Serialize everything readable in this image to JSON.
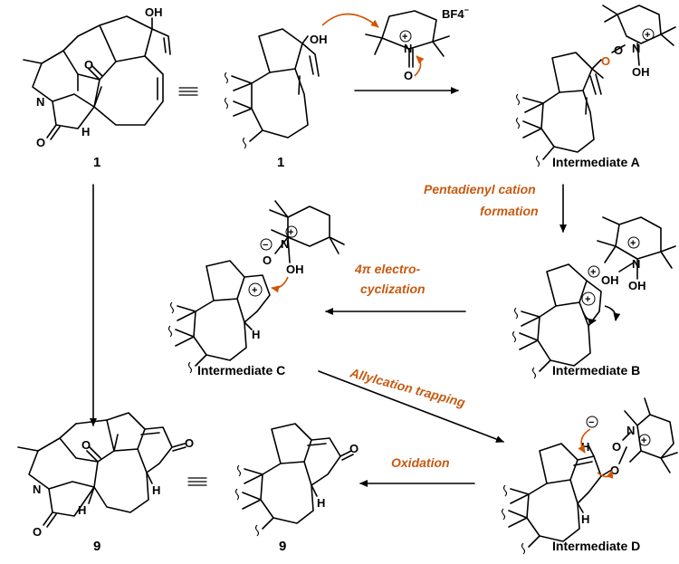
{
  "labels": {
    "cmpd1_left": "1",
    "cmpd1_right": "1",
    "intA": "Intermediate A",
    "intB": "Intermediate B",
    "intC": "Intermediate C",
    "intD": "Intermediate D",
    "cmpd9_left": "9",
    "cmpd9_right": "9"
  },
  "steps": {
    "pentadienyl_1": "Pentadienyl cation",
    "pentadienyl_2": "formation",
    "electro_1": "4π electro-",
    "electro_2": "cyclization",
    "allyl": "Allylcation trapping",
    "oxidation": "Oxidation"
  },
  "reagent": {
    "counterion": "BF4",
    "counterion_charge": "−"
  },
  "atoms": {
    "OH": "OH",
    "O": "O",
    "N": "N",
    "H": "H"
  },
  "colors": {
    "arrow_accent": "#d35400",
    "step_text": "#c55a11",
    "bond": "#000000"
  }
}
